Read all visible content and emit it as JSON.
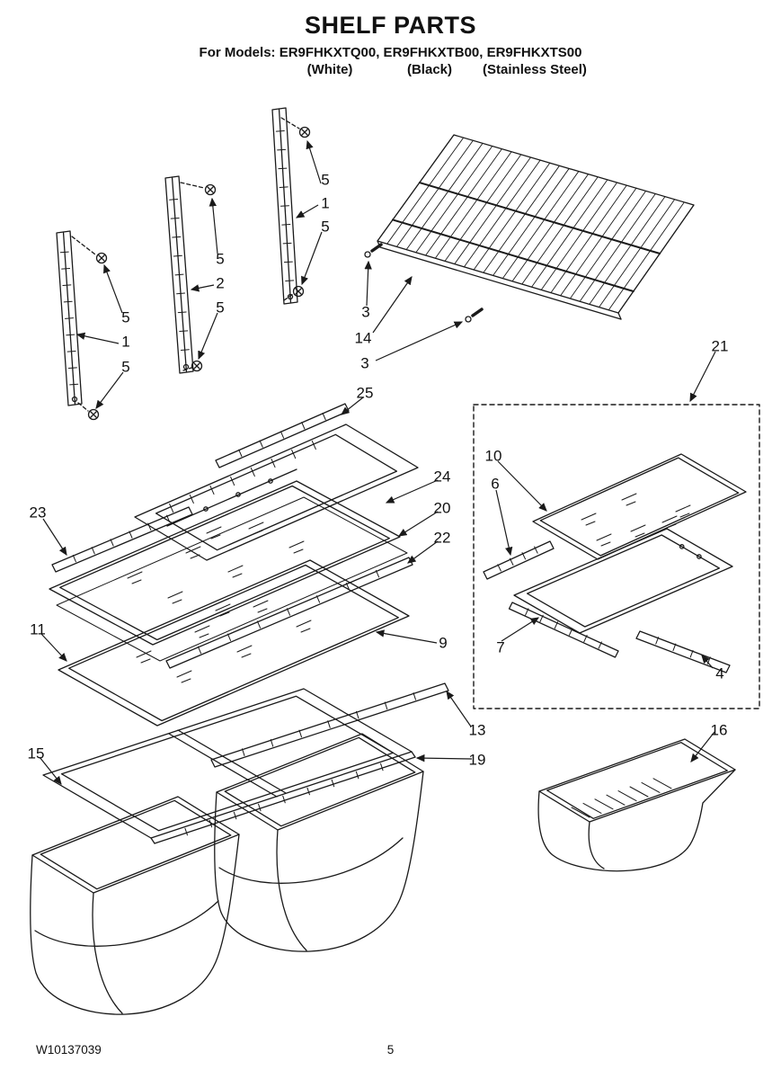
{
  "header": {
    "title": "SHELF PARTS",
    "models_line": "For Models: ER9FHKXTQ00, ER9FHKXTB00, ER9FHKXTS00",
    "finishes": [
      "(White)",
      "(Black)",
      "(Stainless Steel)"
    ]
  },
  "callouts": [
    {
      "label": "5"
    },
    {
      "label": "1"
    },
    {
      "label": "5"
    },
    {
      "label": "5"
    },
    {
      "label": "2"
    },
    {
      "label": "5"
    },
    {
      "label": "5"
    },
    {
      "label": "1"
    },
    {
      "label": "5"
    },
    {
      "label": "3"
    },
    {
      "label": "14"
    },
    {
      "label": "3"
    },
    {
      "label": "21"
    },
    {
      "label": "25"
    },
    {
      "label": "10"
    },
    {
      "label": "6"
    },
    {
      "label": "24"
    },
    {
      "label": "20"
    },
    {
      "label": "22"
    },
    {
      "label": "23"
    },
    {
      "label": "11"
    },
    {
      "label": "9"
    },
    {
      "label": "7"
    },
    {
      "label": "4"
    },
    {
      "label": "13"
    },
    {
      "label": "19"
    },
    {
      "label": "15"
    },
    {
      "label": "16"
    }
  ],
  "footer": {
    "document_number": "W10137039",
    "page_number": "5"
  }
}
